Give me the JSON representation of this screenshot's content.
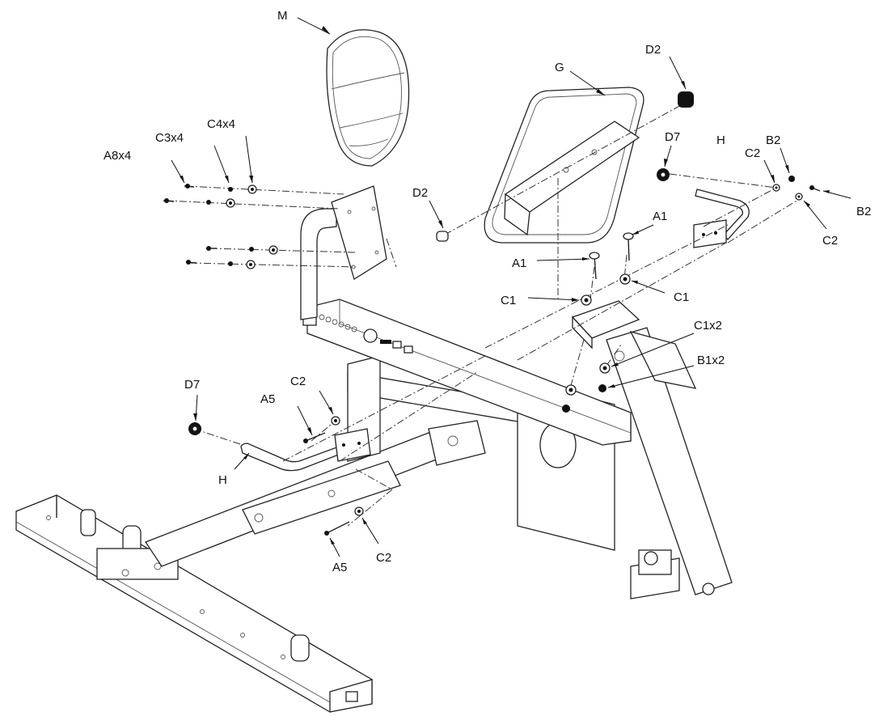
{
  "labels": {
    "M": "M",
    "G": "G",
    "D2_top": "D2",
    "D2_left": "D2",
    "D7_right": "D7",
    "D7_left": "D7",
    "H_right": "H",
    "H_left": "H",
    "C2_top": "C2",
    "B2_top": "B2",
    "B2_right": "B2",
    "C2_right": "C2",
    "A1_right": "A1",
    "A1_center": "A1",
    "C1_left": "C1",
    "C1_right": "C1",
    "C1x2": "C1x2",
    "B1x2": "B1x2",
    "A8x4": "A8x4",
    "C3x4": "C3x4",
    "C4x4": "C4x4",
    "A5_upper": "A5",
    "C2_upper": "C2",
    "A5_lower": "A5",
    "C2_lower": "C2"
  }
}
